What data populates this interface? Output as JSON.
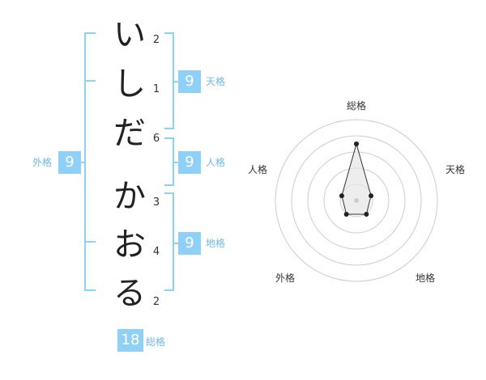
{
  "name": {
    "chars": [
      "い",
      "し",
      "だ",
      "か",
      "お",
      "る"
    ],
    "strokes": [
      "2",
      "1",
      "6",
      "3",
      "4",
      "2"
    ]
  },
  "fortunes": {
    "tenkaku": {
      "label": "天格",
      "value": "9"
    },
    "jinkaku": {
      "label": "人格",
      "value": "9"
    },
    "chikaku": {
      "label": "地格",
      "value": "9"
    },
    "gaikaku": {
      "label": "外格",
      "value": "9"
    },
    "soukaku": {
      "label": "総格",
      "value": "18"
    }
  },
  "colors": {
    "accent": "#8fd0f8",
    "accent_text": "#6fb8e8",
    "radar_line": "#cccccc",
    "radar_fill": "#e6e6e6"
  },
  "chart_data": {
    "type": "radar",
    "axes": [
      "総格",
      "天格",
      "地格",
      "外格",
      "人格"
    ],
    "values": [
      0.7,
      0.19,
      0.21,
      0.21,
      0.19
    ],
    "levels": 5,
    "grid": true
  }
}
